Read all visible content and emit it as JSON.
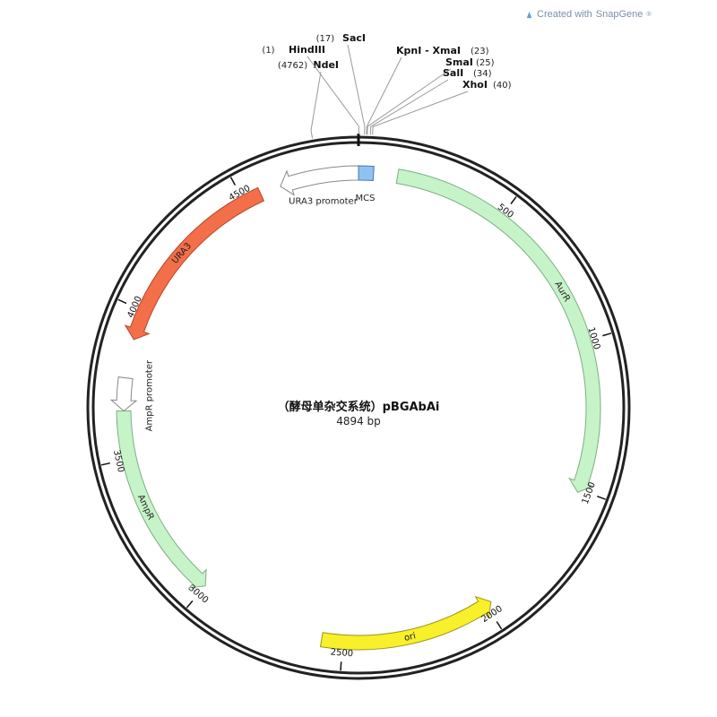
{
  "watermark": {
    "prefix": "Created with",
    "brand": "SnapGene",
    "mark": "®"
  },
  "plasmid": {
    "name": "（酵母单杂交系统）pBGAbAi",
    "length_label": "4894 bp",
    "length": 4894
  },
  "colors": {
    "backbone": "#222222",
    "gene": "#c6f3c8",
    "gene_stroke": "#7fae83",
    "ura3": "#f26f4a",
    "ura3_stroke": "#b9472a",
    "ori": "#f7f02a",
    "ori_stroke": "#9a951d",
    "promoter": "#ffffff",
    "promoter_stroke": "#888888",
    "mcs": "#8fc1f2",
    "mcs_stroke": "#4a78a8"
  },
  "ticks": [
    {
      "label": "500",
      "bp": 500
    },
    {
      "label": "1000",
      "bp": 1000
    },
    {
      "label": "1500",
      "bp": 1500
    },
    {
      "label": "2000",
      "bp": 2000
    },
    {
      "label": "2500",
      "bp": 2500
    },
    {
      "label": "3000",
      "bp": 3000
    },
    {
      "label": "3500",
      "bp": 3500
    },
    {
      "label": "4000",
      "bp": 4000
    },
    {
      "label": "4500",
      "bp": 4500
    }
  ],
  "sites": [
    {
      "name": "NdeI",
      "pos": "(4762)",
      "bp": 4762,
      "side": "left"
    },
    {
      "name": "HindIII",
      "pos": "(1)",
      "bp": 1,
      "side": "left"
    },
    {
      "name": "SacI",
      "pos": "(17)",
      "bp": 17,
      "side": "left"
    },
    {
      "name": "KpnI - XmaI",
      "pos": "(23)",
      "bp": 23,
      "side": "right"
    },
    {
      "name": "SmaI",
      "pos": "(25)",
      "bp": 25,
      "side": "right"
    },
    {
      "name": "SalI",
      "pos": "(34)",
      "bp": 34,
      "side": "right"
    },
    {
      "name": "XhoI",
      "pos": "(40)",
      "bp": 40,
      "side": "right"
    }
  ],
  "features": [
    {
      "name": "AurR",
      "start": 130,
      "end": 1510,
      "direction": "cw",
      "kind": "gene"
    },
    {
      "name": "ori",
      "start": 1980,
      "end": 2570,
      "direction": "ccw",
      "kind": "ori"
    },
    {
      "name": "AmpR",
      "start": 3000,
      "end": 3660,
      "direction": "ccw",
      "kind": "gene"
    },
    {
      "name": "AmpR promoter",
      "start": 3660,
      "end": 3770,
      "direction": "ccw",
      "kind": "promoter"
    },
    {
      "name": "URA3",
      "start": 3900,
      "end": 4560,
      "direction": "ccw",
      "kind": "ura3"
    },
    {
      "name": "URA3 promoter",
      "start": 4630,
      "end": 4894,
      "direction": "ccw",
      "kind": "promoter"
    },
    {
      "name": "MCS",
      "start": 4894,
      "end": 50,
      "direction": "none",
      "kind": "mcs"
    }
  ]
}
